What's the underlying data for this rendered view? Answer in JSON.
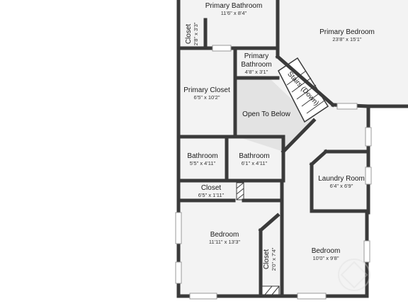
{
  "floor_plan": {
    "colors": {
      "floor": "#f3f3f3",
      "open_area": "#e3e3e3",
      "wall": "#3a3a3a",
      "window": "#9a9a9a",
      "watermark": "#dcdcdc"
    },
    "rooms": [
      {
        "id": "primary-bathroom-top",
        "name": "Primary Bathroom",
        "dims": "11'6\" x 8'4\""
      },
      {
        "id": "primary-bedroom",
        "name": "Primary Bedroom",
        "dims": "23'8\" x 15'1\""
      },
      {
        "id": "closet-small",
        "name": "Closet",
        "dims": "2'8\" x 3'3\"",
        "rotated": true
      },
      {
        "id": "primary-bathroom-small",
        "name": "Primary\nBathroom",
        "dims": "4'8\" x 3'1\""
      },
      {
        "id": "stairs",
        "name": "Stairs (Down)",
        "dims": "",
        "rotated": true
      },
      {
        "id": "primary-closet",
        "name": "Primary Closet",
        "dims": "6'5\" x 10'2\""
      },
      {
        "id": "open-to-below",
        "name": "Open To Below",
        "dims": ""
      },
      {
        "id": "bathroom-1",
        "name": "Bathroom",
        "dims": "5'5\" x 4'11\""
      },
      {
        "id": "bathroom-2",
        "name": "Bathroom",
        "dims": "6'1\" x 4'11\""
      },
      {
        "id": "laundry-room",
        "name": "Laundry Room",
        "dims": "6'4\" x 6'9\""
      },
      {
        "id": "closet-hall",
        "name": "Closet",
        "dims": "6'5\" x 1'11\""
      },
      {
        "id": "bedroom-1",
        "name": "Bedroom",
        "dims": "11'11\" x 13'3\""
      },
      {
        "id": "closet-bedroom",
        "name": "Closet",
        "dims": "2'0\" x 7'4\"",
        "rotated": true
      },
      {
        "id": "bedroom-2",
        "name": "Bedroom",
        "dims": "10'0\" x 9'8\""
      }
    ]
  }
}
